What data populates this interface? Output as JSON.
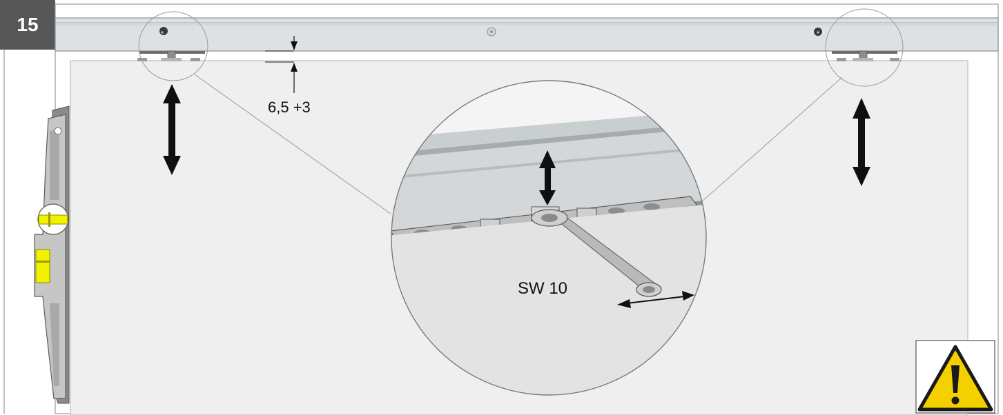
{
  "step": {
    "number": "15"
  },
  "labels": {
    "gap_dimension": "6,5 +3",
    "wrench_size": "SW 10"
  },
  "icons": {
    "warning": "warning-triangle-icon",
    "spirit_level": "spirit-level-icon",
    "adjust_arrows": "double-arrow-icon",
    "wrench": "wrench-icon"
  },
  "colors": {
    "step_badge": "#575757",
    "warning_yellow": "#F5D000",
    "level_vial": "#F2F200",
    "door_panel": "#EFEFEF",
    "track": "#DDE1E3"
  }
}
